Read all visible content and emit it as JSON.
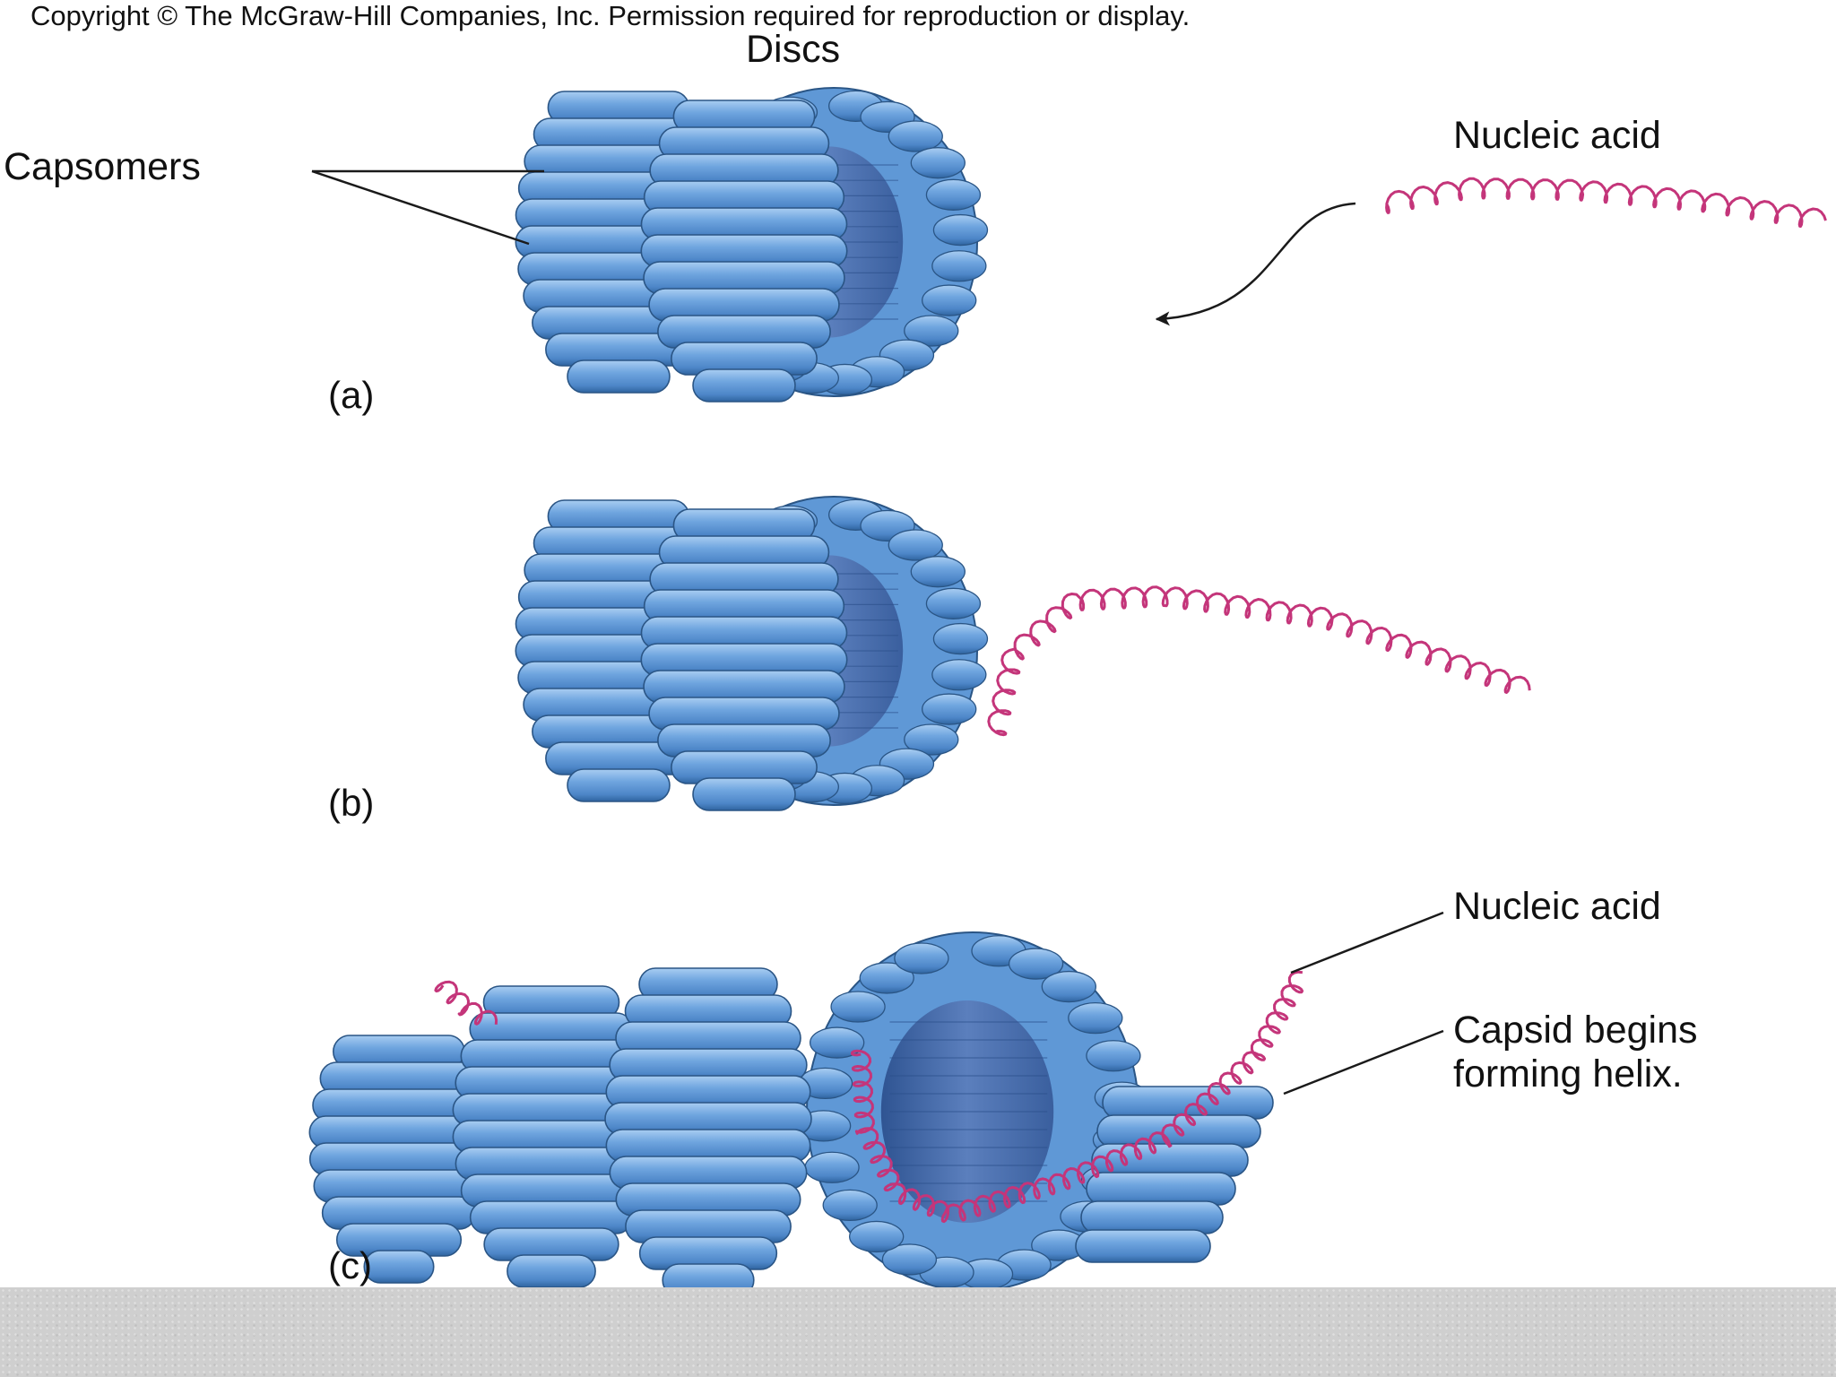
{
  "header": {
    "copyright": "Copyright © The McGraw-Hill Companies, Inc. Permission required for reproduction or display."
  },
  "title": "Discs",
  "labels": {
    "capsomers": "Capsomers",
    "nucleic_acid_top": "Nucleic acid",
    "nucleic_acid_bottom": "Nucleic acid",
    "capsid_helix": "Capsid begins\nforming helix."
  },
  "panels": [
    "(a)",
    "(b)",
    "(c)"
  ],
  "colors": {
    "capsomer_fill": "#5f98d6",
    "capsomer_highlight": "#a9cdf2",
    "capsomer_shadow": "#2c5f9e",
    "capsomer_stroke": "#2a5585",
    "disc_interior": "#3c62a0",
    "nucleic_acid": "#c4357a",
    "pointer_line": "#1a1a1a",
    "footer_bar": "#cfcfcf"
  }
}
